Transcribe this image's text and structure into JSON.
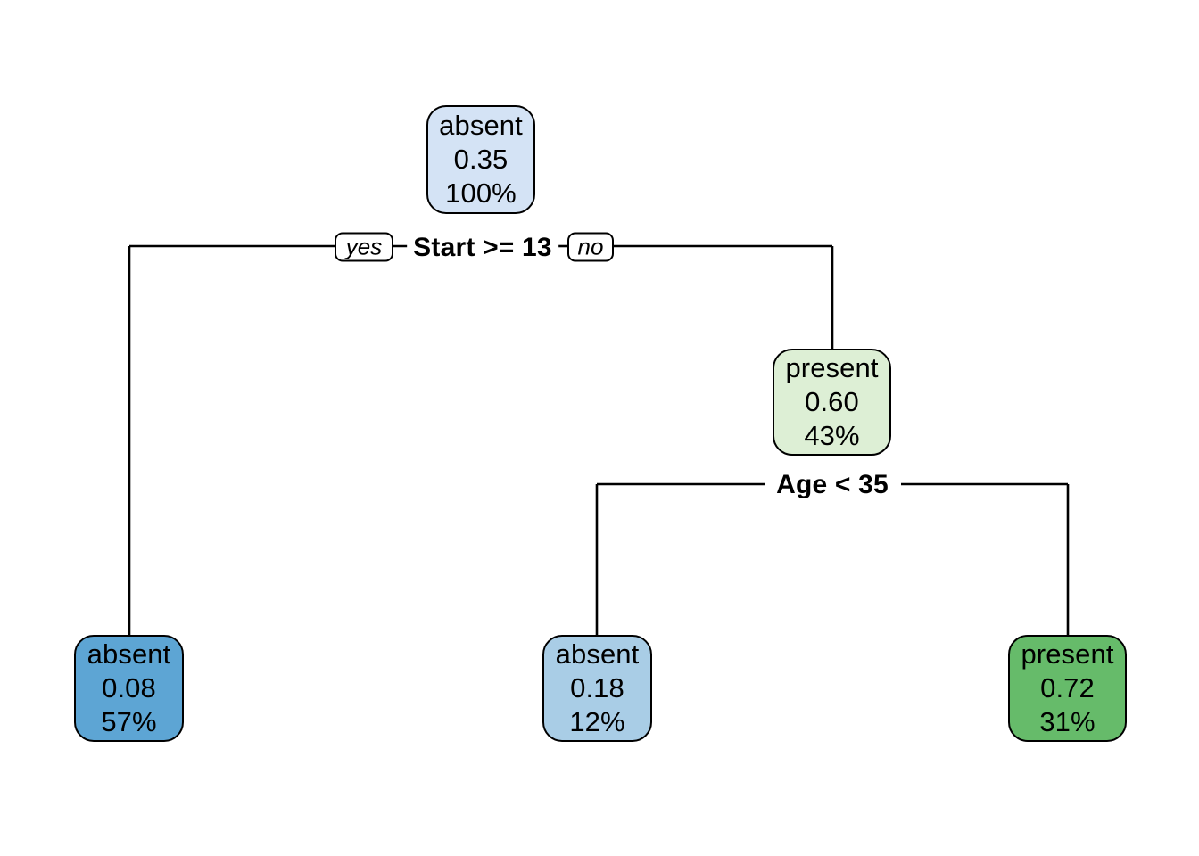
{
  "chart_data": {
    "type": "diagram",
    "diagram_kind": "decision-tree",
    "title": "",
    "root_id": "n1",
    "nodes": [
      {
        "id": "n1",
        "class_label": "absent",
        "probability": "0.35",
        "percent": "100%",
        "fill": "#d4e3f5",
        "role": "root"
      },
      {
        "id": "n3",
        "class_label": "present",
        "probability": "0.60",
        "percent": "43%",
        "fill": "#ddefd5",
        "role": "internal"
      },
      {
        "id": "n2",
        "class_label": "absent",
        "probability": "0.08",
        "percent": "57%",
        "fill": "#5da5d4",
        "role": "leaf"
      },
      {
        "id": "n6",
        "class_label": "absent",
        "probability": "0.18",
        "percent": "12%",
        "fill": "#a9cde6",
        "role": "leaf"
      },
      {
        "id": "n7",
        "class_label": "present",
        "probability": "0.72",
        "percent": "31%",
        "fill": "#66bb6a",
        "role": "leaf"
      }
    ],
    "splits": [
      {
        "id": "s1",
        "condition": "Start >= 13",
        "parent": "n1",
        "yes_label": "yes",
        "no_label": "no",
        "yes_child": "n2",
        "no_child": "n3"
      },
      {
        "id": "s2",
        "condition": "Age < 35",
        "parent": "n3",
        "yes_label": "",
        "no_label": "",
        "yes_child": "n6",
        "no_child": "n7"
      }
    ],
    "edge_color": "#000000",
    "background": "#ffffff"
  },
  "tree": {
    "root": {
      "label": "absent",
      "value": "0.35",
      "percent": "100%"
    },
    "branch_present": {
      "label": "present",
      "value": "0.60",
      "percent": "43%"
    },
    "leaf_left": {
      "label": "absent",
      "value": "0.08",
      "percent": "57%"
    },
    "leaf_middle": {
      "label": "absent",
      "value": "0.18",
      "percent": "12%"
    },
    "leaf_right": {
      "label": "present",
      "value": "0.72",
      "percent": "31%"
    },
    "split_start": {
      "condition": "Start >= 13",
      "yes": "yes",
      "no": "no"
    },
    "split_age": {
      "condition": "Age < 35"
    }
  }
}
